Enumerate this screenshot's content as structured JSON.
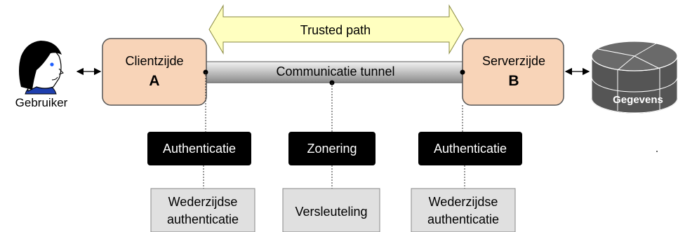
{
  "trusted_path": {
    "label": "Trusted path"
  },
  "user": {
    "label": "Gebruiker"
  },
  "client": {
    "title": "Clientzijde",
    "letter": "A"
  },
  "server": {
    "title": "Serverzijde",
    "letter": "B"
  },
  "tunnel": {
    "label": "Communicatie tunnel"
  },
  "database": {
    "label": "Gegevens"
  },
  "controls": [
    {
      "label": "Authenticatie"
    },
    {
      "label": "Zonering"
    },
    {
      "label": "Authenticatie"
    }
  ],
  "measures": [
    {
      "line1": "Wederzijdse",
      "line2": "authenticatie"
    },
    {
      "line1": "Versleuteling",
      "line2": ""
    },
    {
      "line1": "Wederzijdse",
      "line2": "authenticatie"
    }
  ],
  "colors": {
    "arrow_fill": "#ffffc0",
    "endpoint_fill": "#f8d4b8",
    "control_fill": "#000000",
    "measure_fill": "#e0e0e0",
    "database_fill": "#555555"
  }
}
